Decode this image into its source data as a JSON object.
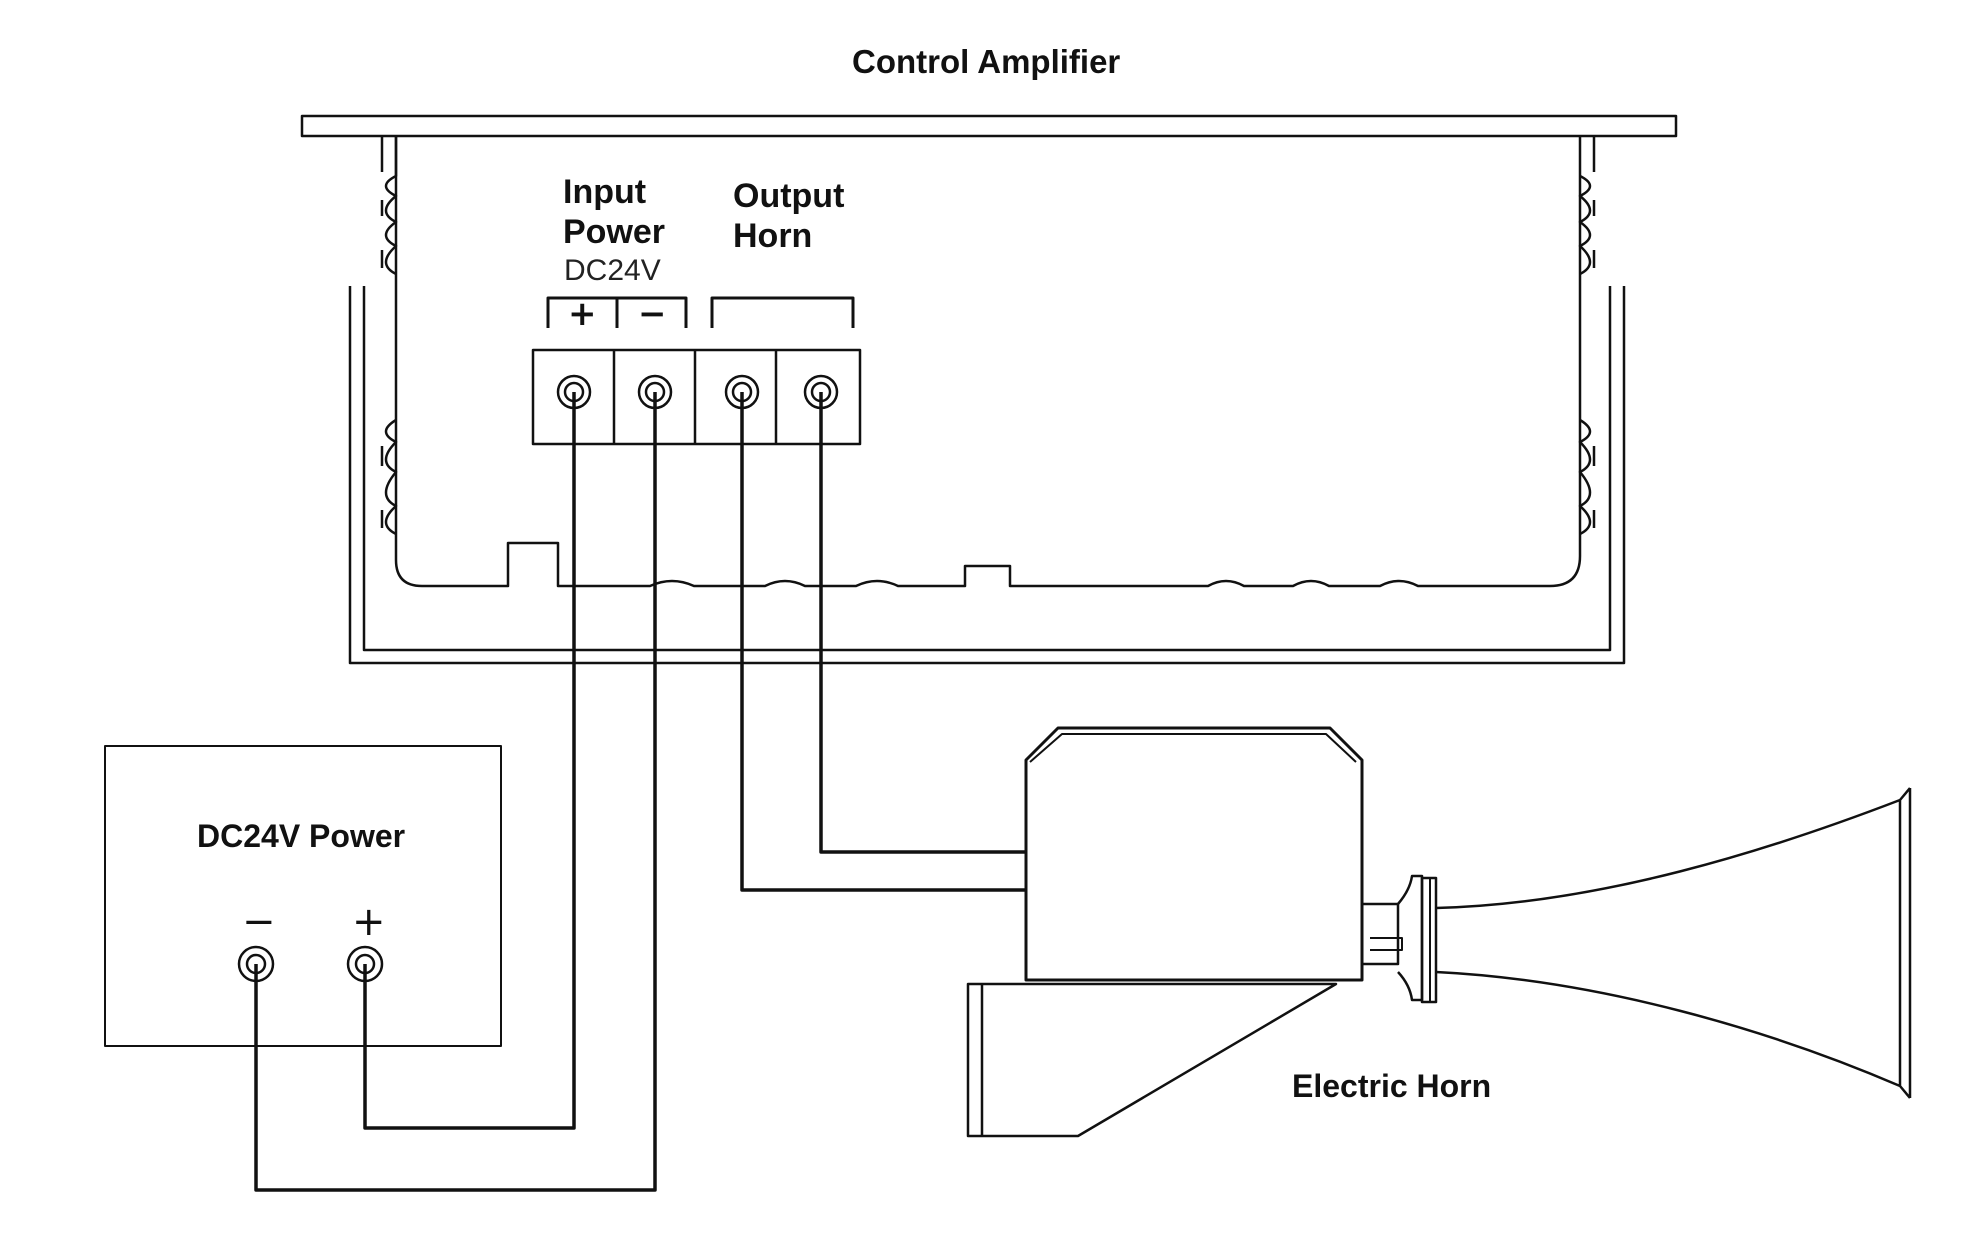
{
  "title": "Control Amplifier",
  "amplifier": {
    "input_label": "Input\nPower",
    "input_voltage": "DC24V",
    "output_label": "Output\nHorn",
    "polarity_plus": "+",
    "polarity_minus": "−"
  },
  "power_supply": {
    "label": "DC24V Power",
    "minus": "−",
    "plus": "+"
  },
  "horn": {
    "label": "Electric Horn"
  }
}
